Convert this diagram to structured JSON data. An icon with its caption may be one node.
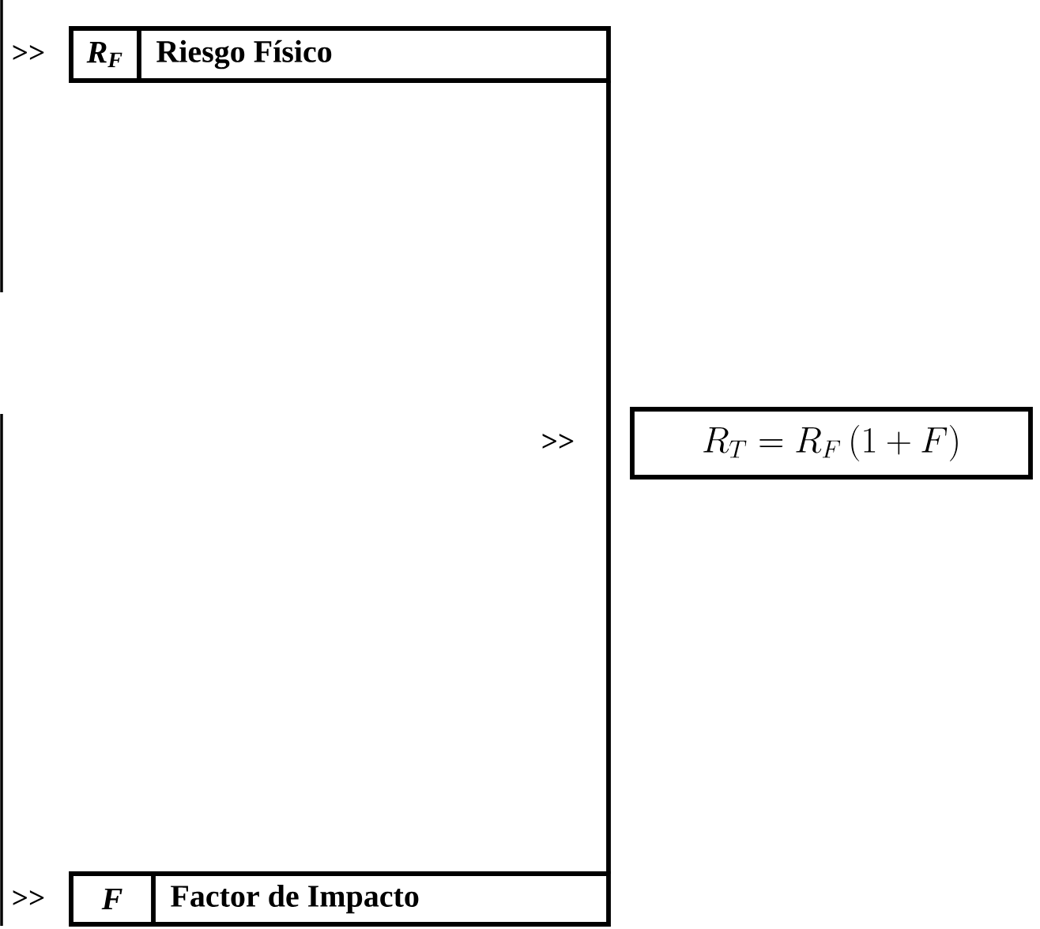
{
  "diagram": {
    "nodes": [
      {
        "text": [
          "R$_{F}$",
          "Riesgo Físico"
        ]
      },
      {
        "text": [
          "F",
          "Factor de Impacto"
        ]
      },
      {
        "text": [
          "R_T = R_F\\left(1 + F\\right)"
        ]
      }
    ],
    "labels": [
      ">>",
      ">>",
      ">>"
    ]
  }
}
